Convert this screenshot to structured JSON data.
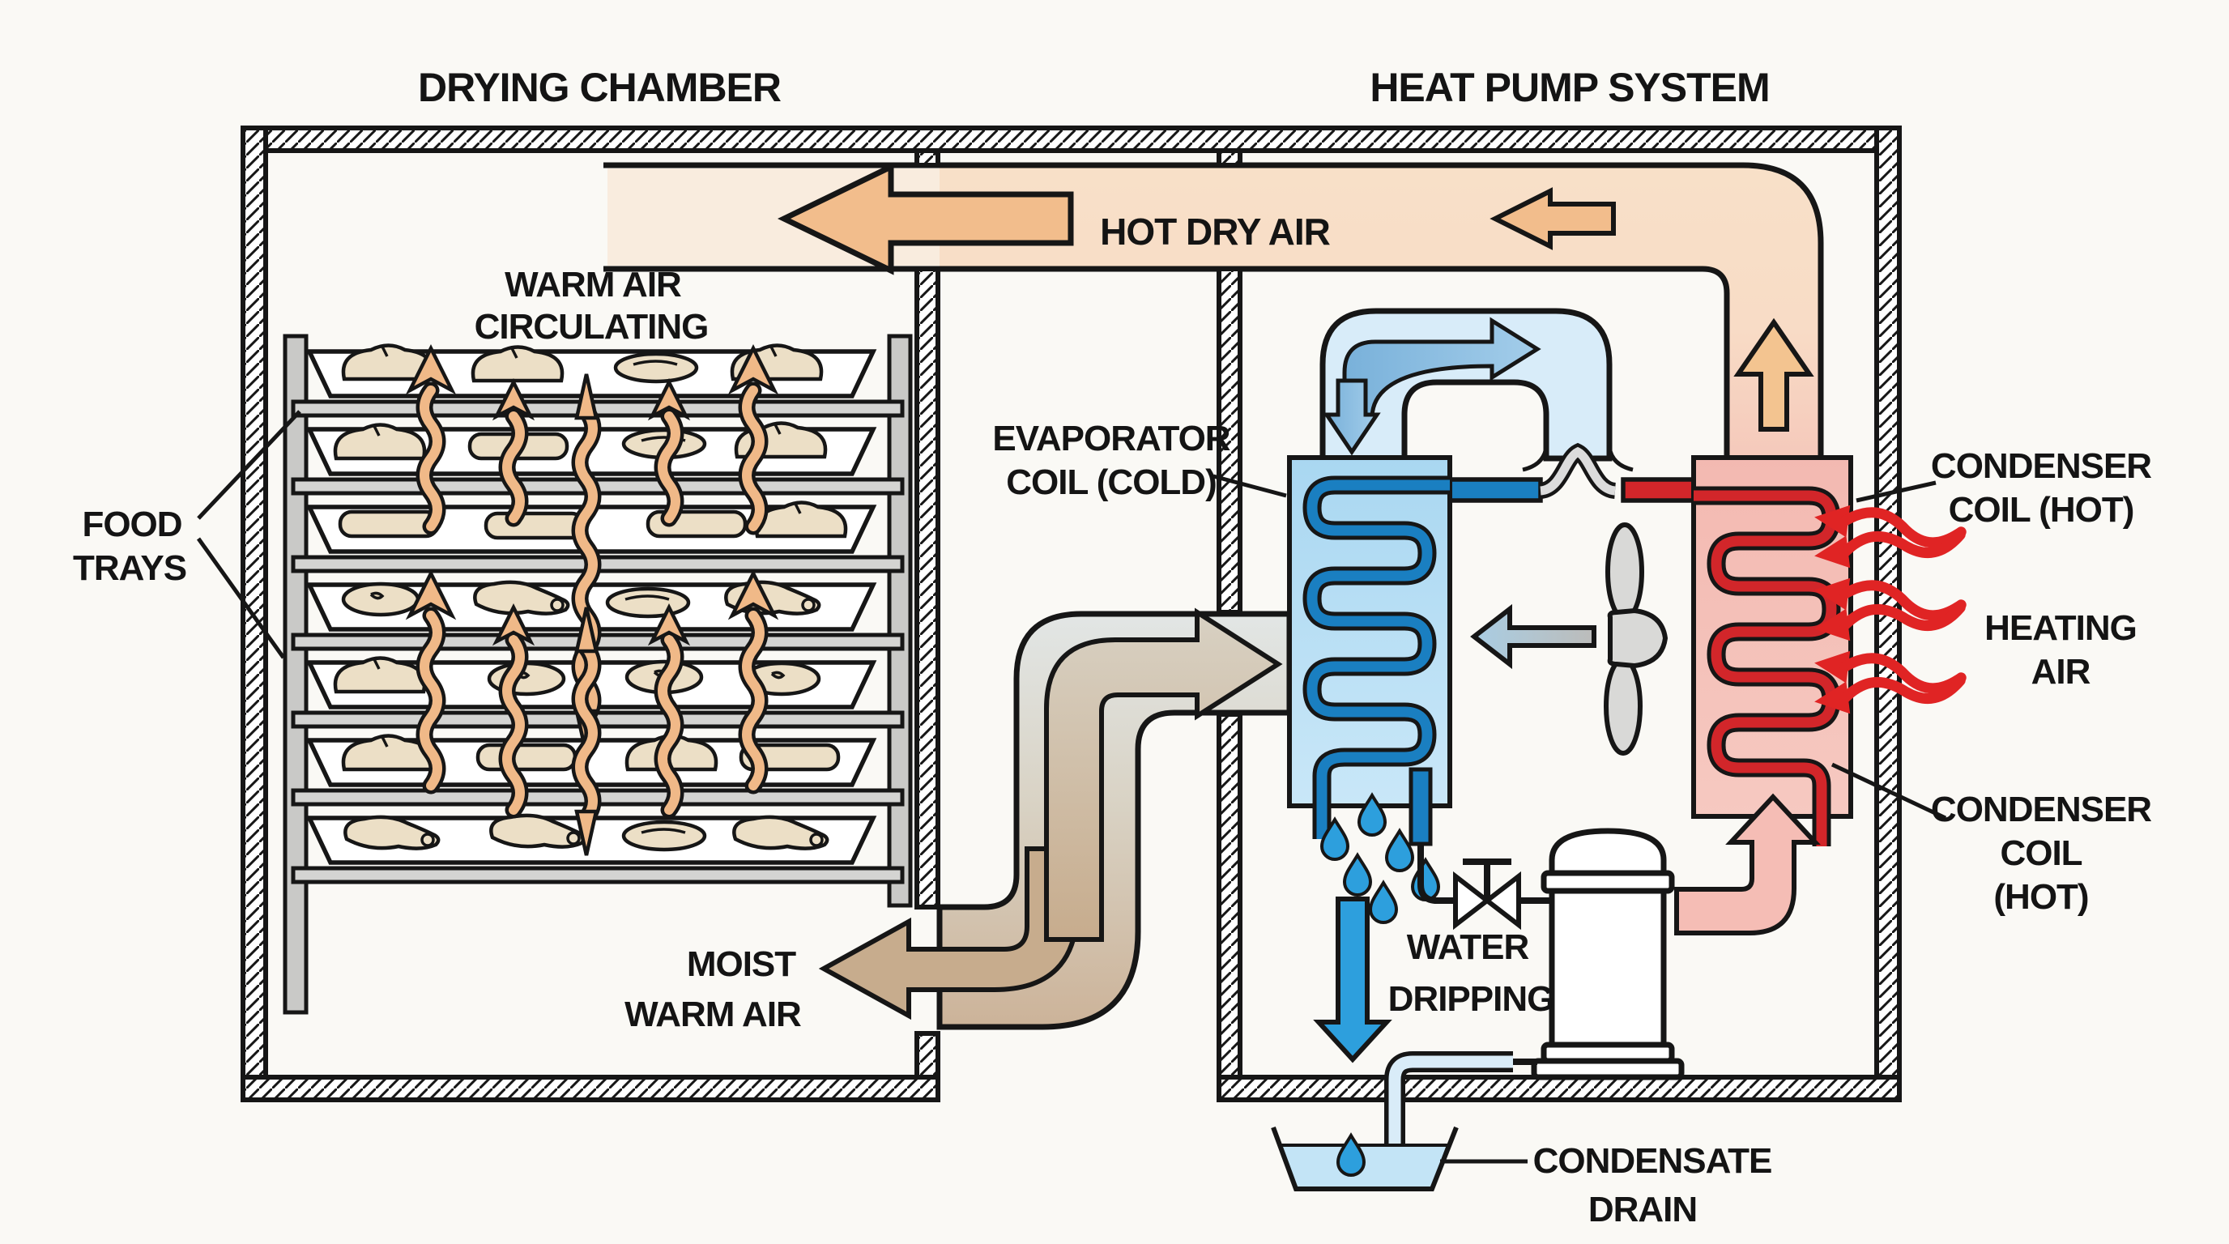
{
  "titles": {
    "left": "DRYING CHAMBER",
    "right": "HEAT PUMP SYSTEM"
  },
  "labels": {
    "warm_air_line1": "WARM AIR",
    "warm_air_line2": "CIRCULATING",
    "food_trays_line1": "FOOD",
    "food_trays_line2": "TRAYS",
    "hot_dry_air": "HOT DRY AIR",
    "evaporator_line1": "EVAPORATOR",
    "evaporator_line2": "COIL (COLD)",
    "condenser_top_line1": "CONDENSER",
    "condenser_top_line2": "COIL (HOT)",
    "heating_air_line1": "HEATING",
    "heating_air_line2": "AIR",
    "condenser_bottom_line1": "CONDENSER",
    "condenser_bottom_line2": "COIL",
    "condenser_bottom_line3": "(HOT)",
    "moist_warm_air_line1": "MOIST",
    "moist_warm_air_line2": "WARM AIR",
    "water_dripping_line1": "WATER",
    "water_dripping_line2": "DRIPPING",
    "condensate_line1": "CONDENSATE",
    "condensate_line2": "DRAIN"
  },
  "colors": {
    "background": "#faf9f5",
    "outline": "#161616",
    "orange_arrow": "#f2bd8c",
    "peach_duct": "#f8e0c8",
    "warm_wavy_arrow": "#f0b988",
    "blue_pipe": "#1a7fc1",
    "loop_fill": "#d8ecf9",
    "loop_arrow": "#8fc1e5",
    "evaporator_panel": "#aed9f2",
    "condenser_panel": "#f2b5ad",
    "red_pipe": "#d2262a",
    "pink_arrow": "#f5bdb5",
    "tan_arrow": "#c7ac8d",
    "water_blue": "#2d9fdd",
    "heating_red": "#e02424",
    "fan_gray": "#d9d9d7",
    "food_cream": "#ecdfc6"
  }
}
